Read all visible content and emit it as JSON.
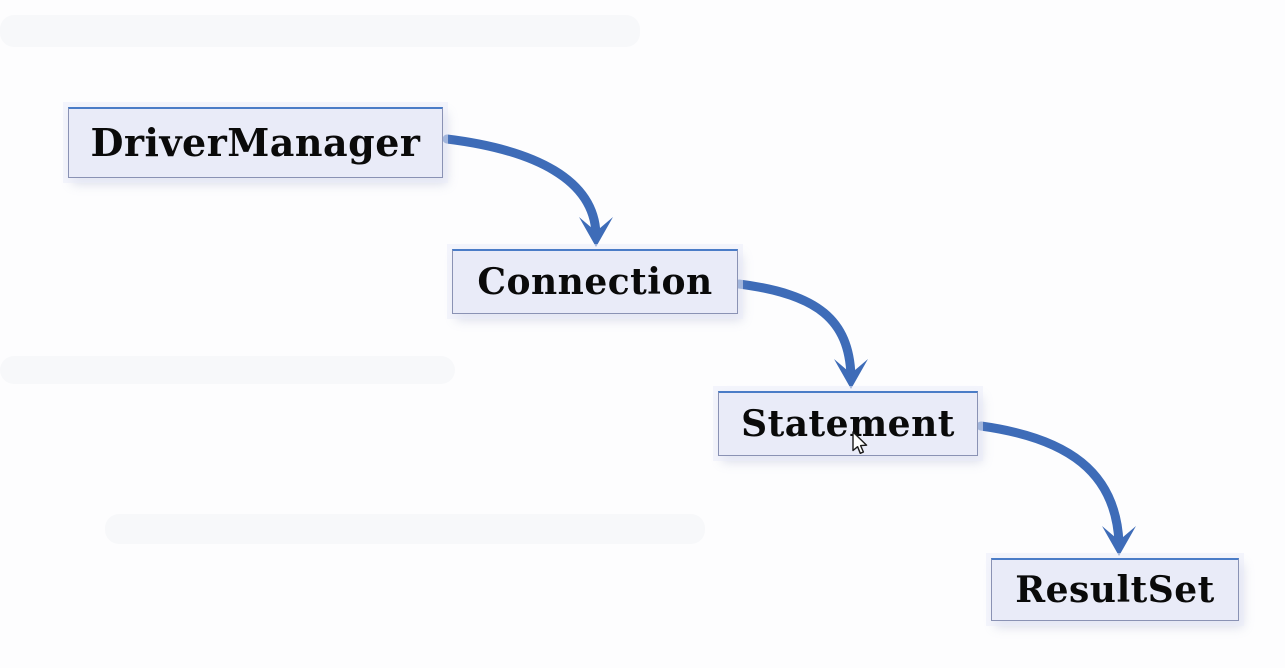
{
  "diagram": {
    "type": "flow",
    "nodes": [
      {
        "id": "drivermanager",
        "label": "DriverManager"
      },
      {
        "id": "connection",
        "label": "Connection"
      },
      {
        "id": "statement",
        "label": "Statement"
      },
      {
        "id": "resultset",
        "label": "ResultSet"
      }
    ],
    "edges": [
      {
        "from": "DriverManager",
        "to": "Connection"
      },
      {
        "from": "Connection",
        "to": "Statement"
      },
      {
        "from": "Statement",
        "to": "ResultSet"
      }
    ],
    "colors": {
      "arrow": "#3e6cb8",
      "box_fill": "#e9ebf8",
      "box_border": "#8a92b4",
      "box_top_border": "#4a7cc7",
      "text": "#0a0a0a",
      "background": "#fdfdfe"
    }
  }
}
